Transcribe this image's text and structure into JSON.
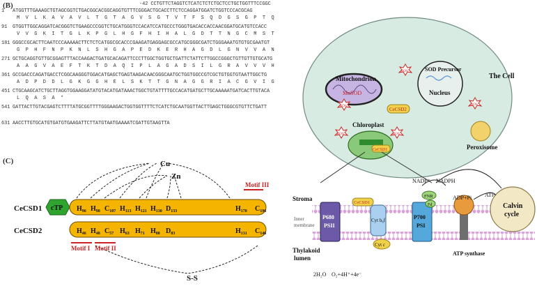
{
  "panel_b": {
    "label": "(B)",
    "header": "-42 CCTGTTCTAGGTCTCATCTCTCTGCTCCTGCTGGTTTCCGGC",
    "lines": [
      {
        "num": "1",
        "nt": "ATGGTTTGAAAGCTGTAGCGGTCTGACGGCACGGCAGGTGTTTCGGGACTGCACCTTCTCCAGGATGGATCTGGTCCCACGCAG",
        "aa": "M  V  L  K  A  V  A  V  L  T  G  T  A  G  V  S  G  T  V  T  F  S  Q  D  G  S  G  P  T  Q"
      },
      {
        "num": "91",
        "nt": "GTGGTTGGCAGGATCACGGGTCTGAAGCCCGGTCTGCATGGGTCCACATCCATGCCCTGGGTGACACCACCAACGGATGCATGTCCACC",
        "aa": "V  V  G  K  I  T  G  L  K  P  G  L  H  G  F  H  I  H  A  L  G  D  T  T  N  G  C  M  S  T"
      },
      {
        "num": "181",
        "nt": "GGGCCGCACTTCAATCCCAAAAACTTCTCTCATGGCGCACCCGAAGATGAGGAGCGCCATGCGGGCGATCTGGGAAATGTGTGCGAATGT",
        "aa": "G  P  H  F  N  P  K  N  L  S  H  G  A  P  E  D  K  E  R  H  A  G  D  L  G  N  V  V  A  N"
      },
      {
        "num": "271",
        "nt": "GCTGCAGGTGTTGCGGAGTTTACCAAGACTGATGCACAGATTCCCTTGGCTGGTGCTGATTCTATTCTTGGCCGGGCTGTTGTTGTGCATG",
        "aa": "A  A  G  V  A  E  F  T  K  T  D  A  Q  I  P  L  A  G  A  D  S  I  L  G  R  A  V  V  V  H"
      },
      {
        "num": "361",
        "nt": "GCCGACCCAGATGACCTCGGCAAGGGTGGACATGAGCTGAGTAAGACAACGGGCAATGCTGGTGGCCGTCGCTGTGGTGTAATTGGCTG",
        "aa": "A  D  P  D  D  L  G  K  G  G  H  E  L  S  K  T  T  G  N  A  G  G  R  I  A  C  G  V  I  G"
      },
      {
        "num": "451",
        "nt": "CTGCAAGCATCTGCTTAGGTGGAAGGATATGTACATGATAAACTGGCTGTATTTTGCCACATGATGCTTGCAAAAATGATCACTTGTACA",
        "aa": "L  Q  A  S  A  *"
      },
      {
        "num": "541",
        "nt": "GATTACTTGTACGAGTCTTTTATGCGGTTTTGGGAAGACTGGTGGTTTTCTCATCTGCAATGGTTACTTGAGCTGGGCGTGTTCTGATT",
        "aa": ""
      },
      {
        "num": "631",
        "nt": "AACCTTGTGCATGTGATGTGAAGATTCTTATGTAATGAAAATCGATTGTAAGTTA",
        "aa": ""
      }
    ]
  },
  "panel_c": {
    "label": "(C)",
    "ctp": "cTP",
    "row1_name": "CeCSD1",
    "row2_name": "CeCSD2",
    "cu": "Cu",
    "zn": "Zn",
    "ss": "S-S",
    "motif1": "Motif I",
    "motif2": "Motif II",
    "motif3": "Motif III",
    "row1_res": [
      {
        "r": "H",
        "n": "96"
      },
      {
        "r": "H",
        "n": "98"
      },
      {
        "r": "C",
        "n": "107"
      },
      {
        "r": "H",
        "n": "113"
      },
      {
        "r": "H",
        "n": "121"
      },
      {
        "r": "H",
        "n": "130"
      },
      {
        "r": "D",
        "n": "133"
      },
      {
        "r": "H",
        "n": "170"
      },
      {
        "r": "C",
        "n": "196"
      }
    ],
    "row2_res": [
      {
        "r": "H",
        "n": "46"
      },
      {
        "r": "H",
        "n": "48"
      },
      {
        "r": "C",
        "n": "57"
      },
      {
        "r": "H",
        "n": "63"
      },
      {
        "r": "H",
        "n": "71"
      },
      {
        "r": "H",
        "n": "80"
      },
      {
        "r": "D",
        "n": "83"
      },
      {
        "r": "H",
        "n": "131"
      },
      {
        "r": "C",
        "n": "146"
      }
    ]
  },
  "cell": {
    "title": "The Cell",
    "mito": "Mitochondrion",
    "mnsod": "MnSOD",
    "sod_precursor": "SOD Precursor",
    "nucleus": "Nucleus",
    "cecsd2": "CeCSD2",
    "chloroplast": "Chloroplast",
    "cecsd1": "CeCSD1",
    "peroxisome": "Peroxisome",
    "ros": "ROS"
  },
  "thylakoid": {
    "stroma": "Stroma",
    "inner_membrane_1": "Inner",
    "inner_membrane_2": "membrane",
    "thylakoid": "Thylakoid",
    "lumen": "lumen",
    "psii_1": "P680",
    "psii_2": "PSII",
    "psi_1": "P700",
    "psi_2": "PSI",
    "cytb6f": "Cyt b₆f",
    "cytc": "Cyt c",
    "cecsd1": "CeCSD1",
    "fnr": "FNR",
    "fd": "Fd",
    "nadp": "NADP⁺",
    "nadph": "NADPH",
    "adp": "ADP+Pi",
    "atp": "ATP",
    "calvin_1": "Calvin",
    "calvin_2": "cycle",
    "atp_synthase": "ATP synthase",
    "water": "2H₂O",
    "o2": "O₂+4H⁺+4e⁻"
  }
}
